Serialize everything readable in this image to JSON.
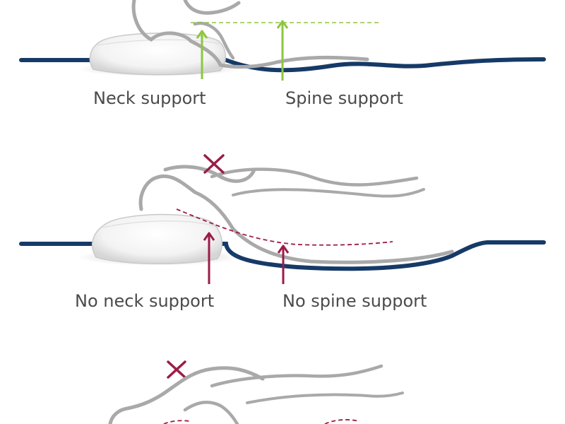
{
  "labels": {
    "panel1_neck": "Neck support",
    "panel1_spine": "Spine support",
    "panel2_neck": "No neck support",
    "panel2_spine": "No spine support"
  },
  "colors": {
    "mattress": "#163a67",
    "body_outline": "#a9a9a9",
    "good_indicator": "#8dc63f",
    "bad_indicator": "#9b1c48",
    "label_text": "#4a4a4a",
    "pillow_fill": "#f7f7f7",
    "pillow_shadow": "#cfcfcf"
  },
  "icons": {
    "panel2_mark": "cross-icon",
    "panel3_mark": "cross-icon",
    "support_arrow": "arrow-up-icon"
  }
}
